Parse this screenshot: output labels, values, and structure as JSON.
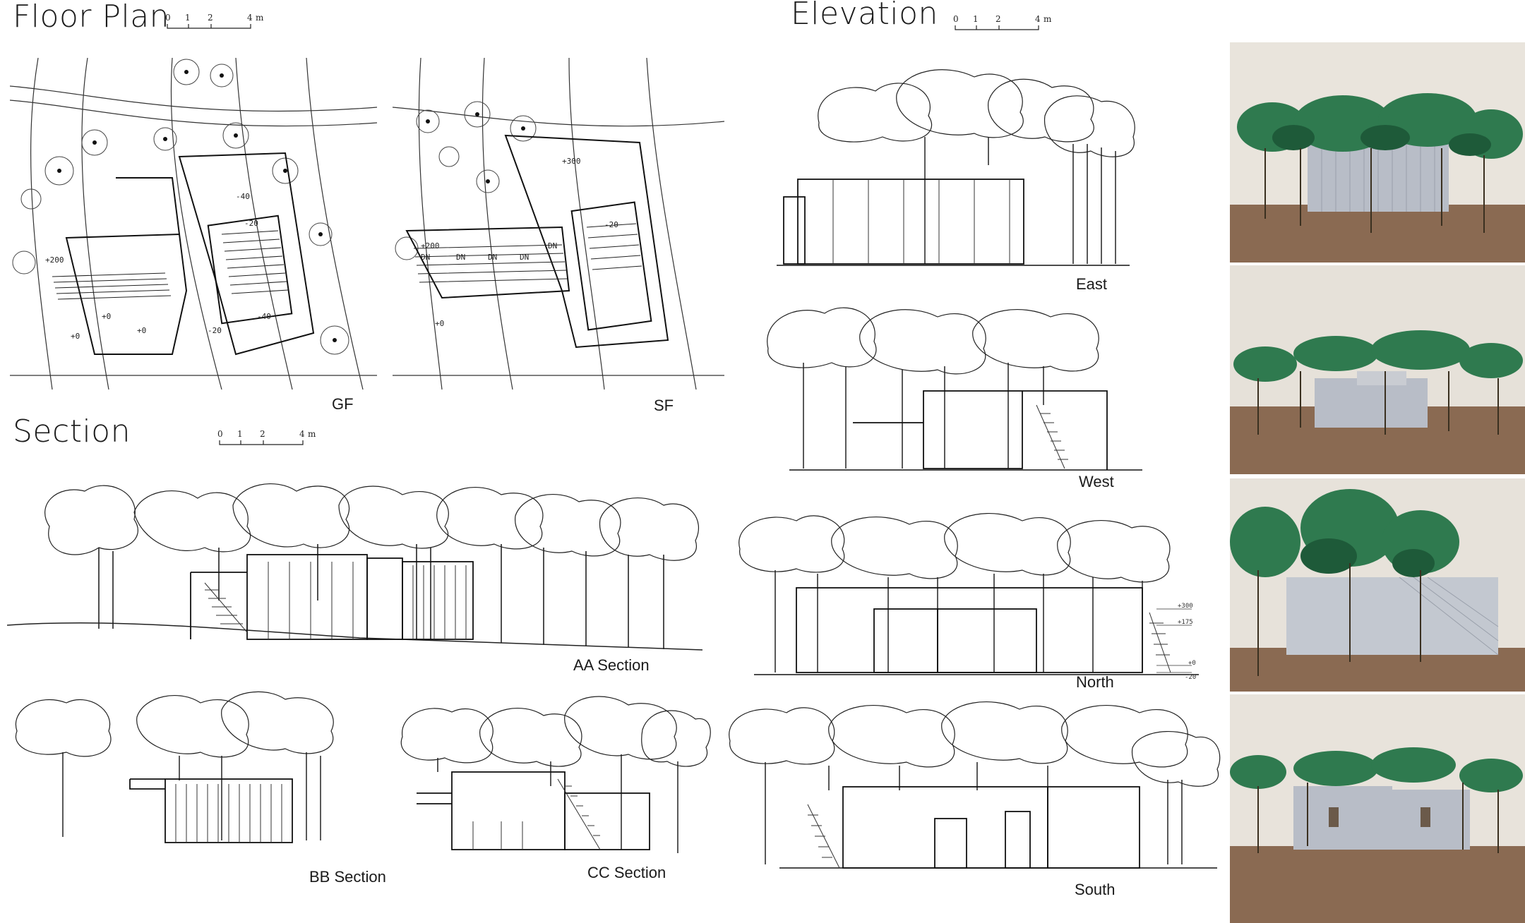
{
  "titles": {
    "floor_plan": "Floor Plan",
    "section": "Section",
    "elevation": "Elevation"
  },
  "scale_bar": {
    "ticks": [
      "0",
      "1",
      "2",
      "4"
    ],
    "unit": "m"
  },
  "captions": {
    "gf": "GF",
    "sf": "SF",
    "aa": "AA Section",
    "bb": "BB Section",
    "cc": "CC Section",
    "east": "East",
    "west": "West",
    "north": "North",
    "south": "South"
  },
  "plan_annotations": {
    "gf_levels": [
      "-40",
      "-20",
      "+0",
      "+0",
      "+0",
      "+200",
      "-20",
      "-40"
    ],
    "sf_levels": [
      "+300",
      "+200",
      "-20",
      "+0",
      "DN",
      "DN",
      "DN",
      "DN",
      "DN"
    ]
  },
  "elevation_levels": [
    "+300",
    "+175",
    "+0",
    "-20"
  ],
  "colors": {
    "ink": "#1a1a1a",
    "foliage": "#2f7a4f",
    "foliage_dark": "#1e5a39",
    "model_wall": "#b8bdc7",
    "model_base": "#8a6a52",
    "backdrop": "#e9e4dc"
  }
}
